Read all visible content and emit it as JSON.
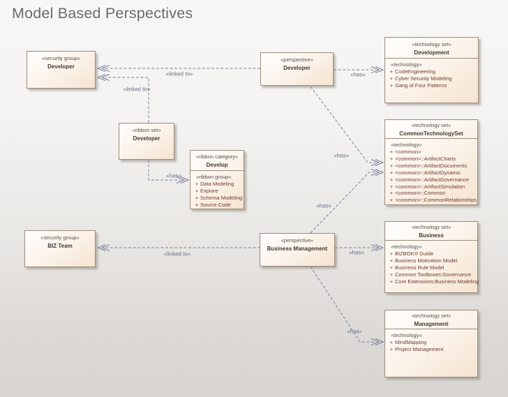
{
  "title": "Model Based Perspectives",
  "labels": {
    "linked_to": "«linked to»",
    "has": "«has»",
    "plus": "+"
  },
  "nodes": {
    "developer_group": {
      "stereotype": "«security group»",
      "name": "Developer"
    },
    "developer_ribbon_set": {
      "stereotype": "«ribbon set»",
      "name": "Developer"
    },
    "develop_ribbon_category": {
      "stereotype": "«ribbon category»",
      "name": "Develop",
      "list_header": "«ribbon group»",
      "items": [
        "Data Modeling",
        "Explore",
        "Schema Modeling",
        "Source Code"
      ]
    },
    "developer_perspective": {
      "stereotype": "«perspective»",
      "name": "Developer"
    },
    "development_tech": {
      "stereotype": "«technology set»",
      "name": "Development",
      "list_header": "«technology»",
      "items": [
        "CodeEngineering",
        "Cyber Security Modeling",
        "Gang of Four Patterns"
      ]
    },
    "common_tech": {
      "stereotype": "«technology set»",
      "name": "CommonTechnologySet",
      "list_header": "«technology»",
      "items": [
        "<common>",
        "<common>::ArtifactCharts",
        "<common>::ArtifactDocuments",
        "<common>::ArtifactDynamic",
        "<common>::ArtifactGovernance",
        "<common>::ArtifactSimulation",
        "<common>::Common",
        "<common>::CommonRelationships"
      ]
    },
    "biz_team_group": {
      "stereotype": "«security group»",
      "name": "BIZ Team"
    },
    "business_mgmt_perspective": {
      "stereotype": "«perspective»",
      "name": "Business Management"
    },
    "business_tech": {
      "stereotype": "«technology set»",
      "name": "Business",
      "list_header": "«technology»",
      "items": [
        "BIZBOK® Guide",
        "Business Motivation Model",
        "Business Rule Model",
        "Common Toolboxes:Governance",
        "Core Extensions:Business Modeling"
      ]
    },
    "management_tech": {
      "stereotype": "«technology set»",
      "name": "Management",
      "list_header": "«technology»",
      "items": [
        "MindMapping",
        "Project Management"
      ]
    }
  },
  "colors": {
    "node_border": "#9c8a79",
    "node_fill": "#f5e3d0",
    "connector": "#77809a",
    "item_text": "#713a2c",
    "stereotype_text": "#57504a",
    "title_text": "#6c6b69"
  }
}
